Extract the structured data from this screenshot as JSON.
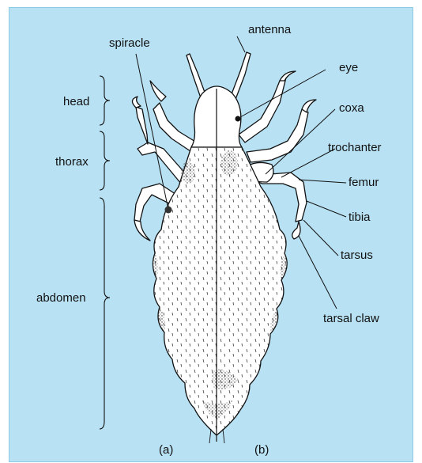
{
  "figure": {
    "panel_color": "#b8e2f4",
    "labels": {
      "spiracle": "spiracle",
      "antenna": "antenna",
      "eye": "eye",
      "head": "head",
      "coxa": "coxa",
      "thorax": "thorax",
      "trochanter": "trochanter",
      "femur": "femur",
      "tibia": "tibia",
      "tarsus": "tarsus",
      "abdomen": "abdomen",
      "tarsal_claw": "tarsal claw",
      "a": "(a)",
      "b": "(b)"
    }
  }
}
